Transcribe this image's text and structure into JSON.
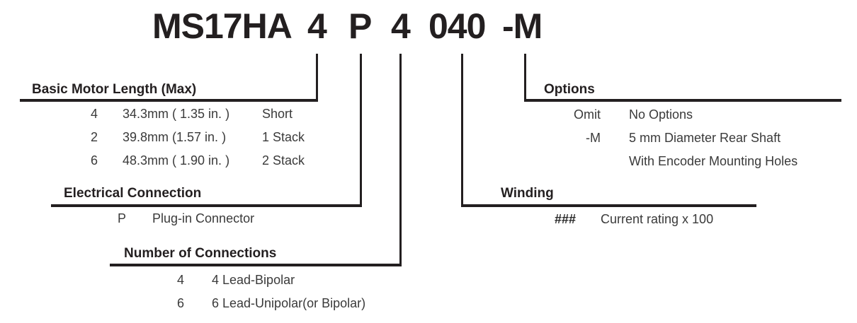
{
  "title": {
    "model": "MS17HA",
    "seg_length": "4",
    "seg_electrical": "P",
    "seg_connections": "4",
    "seg_winding": "040",
    "seg_options": "-M"
  },
  "sections": {
    "basic": {
      "header": "Basic Motor Length (Max)",
      "rows": [
        {
          "code": "4",
          "value": "34.3mm ( 1.35 in. )",
          "note": "Short"
        },
        {
          "code": "2",
          "value": "39.8mm (1.57 in. )",
          "note": "1 Stack"
        },
        {
          "code": "6",
          "value": "48.3mm ( 1.90 in. )",
          "note": "2 Stack"
        }
      ]
    },
    "electrical": {
      "header": "Electrical Connection",
      "rows": [
        {
          "code": "P",
          "value": "Plug-in Connector"
        }
      ]
    },
    "connections": {
      "header": "Number of Connections",
      "rows": [
        {
          "code": "4",
          "value": "4 Lead-Bipolar"
        },
        {
          "code": "6",
          "value": "6 Lead-Unipolar(or Bipolar)"
        }
      ]
    },
    "winding": {
      "header": "Winding",
      "rows": [
        {
          "code": "###",
          "value": "Current rating x 100"
        }
      ]
    },
    "options": {
      "header": "Options",
      "rows": [
        {
          "code": "Omit",
          "value": "No Options"
        },
        {
          "code": "-M",
          "value": "5 mm Diameter Rear Shaft"
        },
        {
          "code": "",
          "value": "With Encoder Mounting Holes"
        }
      ]
    }
  },
  "colors": {
    "ink": "#231f20",
    "body_text": "#3a3a3a",
    "background": "#ffffff"
  }
}
